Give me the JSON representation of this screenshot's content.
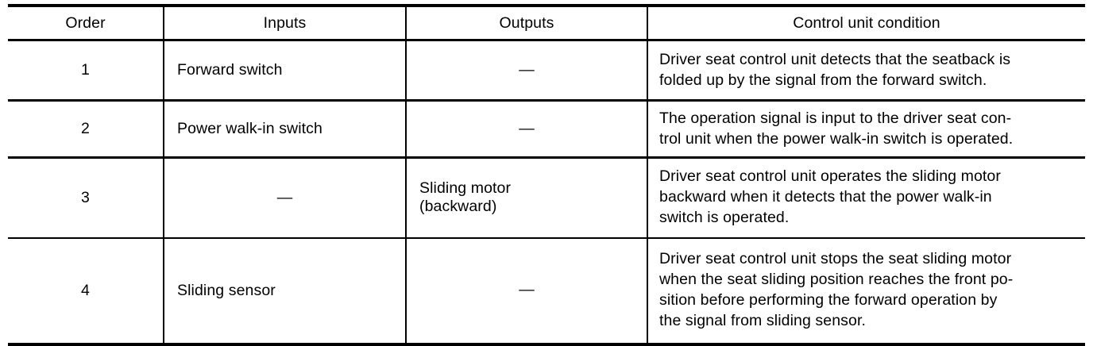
{
  "table": {
    "columns": [
      {
        "key": "order",
        "label": "Order"
      },
      {
        "key": "inputs",
        "label": "Inputs"
      },
      {
        "key": "outputs",
        "label": "Outputs"
      },
      {
        "key": "condition",
        "label": "Control unit condition"
      }
    ],
    "rows": [
      {
        "order": "1",
        "inputs": "Forward switch",
        "outputs_lines": [
          "—"
        ],
        "outputs": "—",
        "condition_lines": [
          "Driver seat control unit detects that the seatback is",
          "folded up by the signal from the forward switch."
        ],
        "condition": "Driver seat control unit detects that the seatback is folded up by the signal from the forward switch."
      },
      {
        "order": "2",
        "inputs": "Power walk-in switch",
        "outputs_lines": [
          "—"
        ],
        "outputs": "—",
        "condition_lines": [
          "The operation signal is input to the driver seat con-",
          "trol unit when the power walk-in switch is operated."
        ],
        "condition": "The operation signal is input to the driver seat control unit when the power walk-in switch is operated."
      },
      {
        "order": "3",
        "inputs": "—",
        "outputs_lines": [
          "Sliding motor",
          "(backward)"
        ],
        "outputs": "Sliding motor (backward)",
        "condition_lines": [
          "Driver seat control unit operates the sliding motor",
          "backward when it detects that the power walk-in",
          "switch is operated."
        ],
        "condition": "Driver seat control unit operates the sliding motor backward when it detects that the power walk-in switch is operated."
      },
      {
        "order": "4",
        "inputs": "Sliding sensor",
        "outputs_lines": [
          "—"
        ],
        "outputs": "—",
        "condition_lines": [
          "Driver seat control unit stops the seat sliding motor",
          "when the seat sliding position reaches the front po-",
          "sition before performing the forward operation by",
          "the signal from sliding sensor."
        ],
        "condition": "Driver seat control unit stops the seat sliding motor when the seat sliding position reaches the front position before performing the forward operation by the signal from sliding sensor."
      }
    ]
  },
  "colors": {
    "rule": "#000000",
    "text": "#000000",
    "background": "#ffffff"
  }
}
